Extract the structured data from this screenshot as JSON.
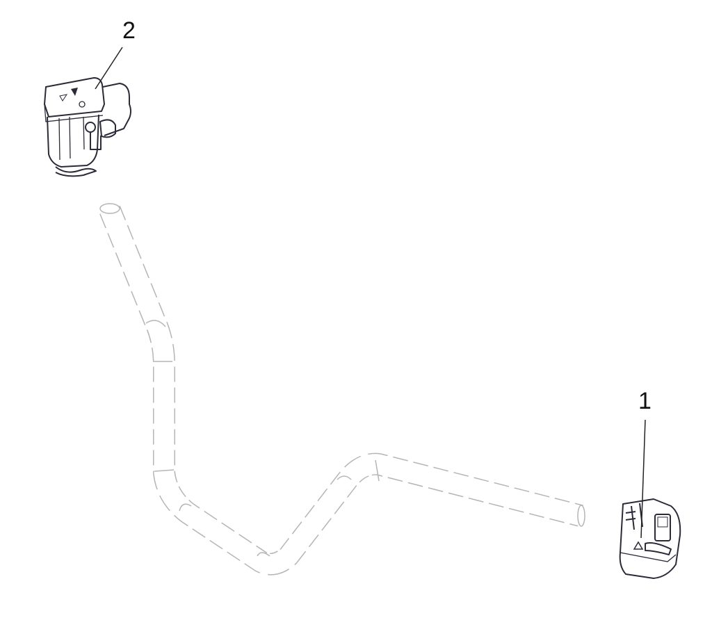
{
  "callouts": [
    {
      "number": "1",
      "part": "right-hand-switch-assembly"
    },
    {
      "number": "2",
      "part": "front-brake-master-cylinder"
    }
  ],
  "colors": {
    "line": "#2a2a38",
    "phantom": "#b5b5b5",
    "background": "#ffffff"
  }
}
